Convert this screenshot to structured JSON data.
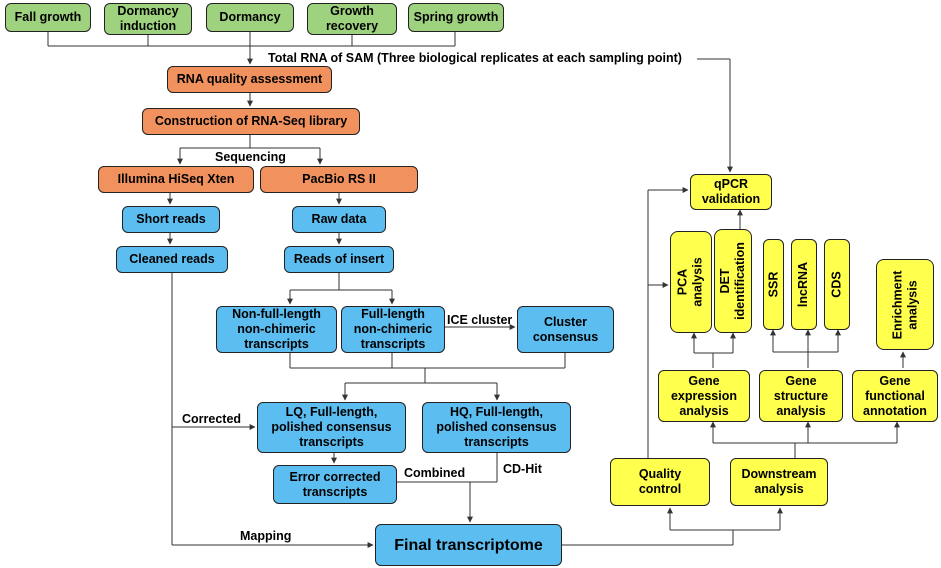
{
  "stages": [
    "Fall growth",
    "Dormancy\ninduction",
    "Dormancy",
    "Growth\nrecovery",
    "Spring growth"
  ],
  "labels": {
    "total_rna": "Total RNA of SAM (Three biological replicates at each sampling point)",
    "sequencing": "Sequencing",
    "ice_cluster": "ICE cluster",
    "corrected": "Corrected",
    "combined": "Combined",
    "cdhit": "CD-Hit",
    "mapping": "Mapping"
  },
  "prep": {
    "rna_quality": "RNA quality assessment",
    "library": "Construction of RNA-Seq library",
    "illumina": "Illumina HiSeq Xten",
    "pacbio": "PacBio RS II"
  },
  "processing": {
    "short_reads": "Short reads",
    "cleaned_reads": "Cleaned reads",
    "raw_data": "Raw data",
    "reads_insert": "Reads of insert",
    "non_full_length": "Non-full-length\nnon-chimeric\ntranscripts",
    "full_length": "Full-length\nnon-chimeric\ntranscripts",
    "cluster_consensus": "Cluster\nconsensus",
    "lq": "LQ, Full-length,\npolished consensus\ntranscripts",
    "hq": "HQ, Full-length,\npolished consensus\ntranscripts",
    "error_corrected": "Error corrected\ntranscripts",
    "final": "Final transcriptome"
  },
  "analysis": {
    "qpcr": "qPCR\nvalidation",
    "pca": "PCA\nanalysis",
    "det": "DET\nidentification",
    "ssr": "SSR",
    "lncrna": "lncRNA",
    "cds": "CDS",
    "enrichment": "Enrichment\nanalysis",
    "gene_expression": "Gene\nexpression\nanalysis",
    "gene_structure": "Gene\nstructure\nanalysis",
    "gene_functional": "Gene\nfunctional\nannotation",
    "quality_control": "Quality\ncontrol",
    "downstream": "Downstream\nanalysis"
  },
  "colors": {
    "stage": "#9fd27f",
    "prep": "#f0915e",
    "processing": "#5bbdf0",
    "analysis": "#ffff4d",
    "line": "#333333"
  }
}
